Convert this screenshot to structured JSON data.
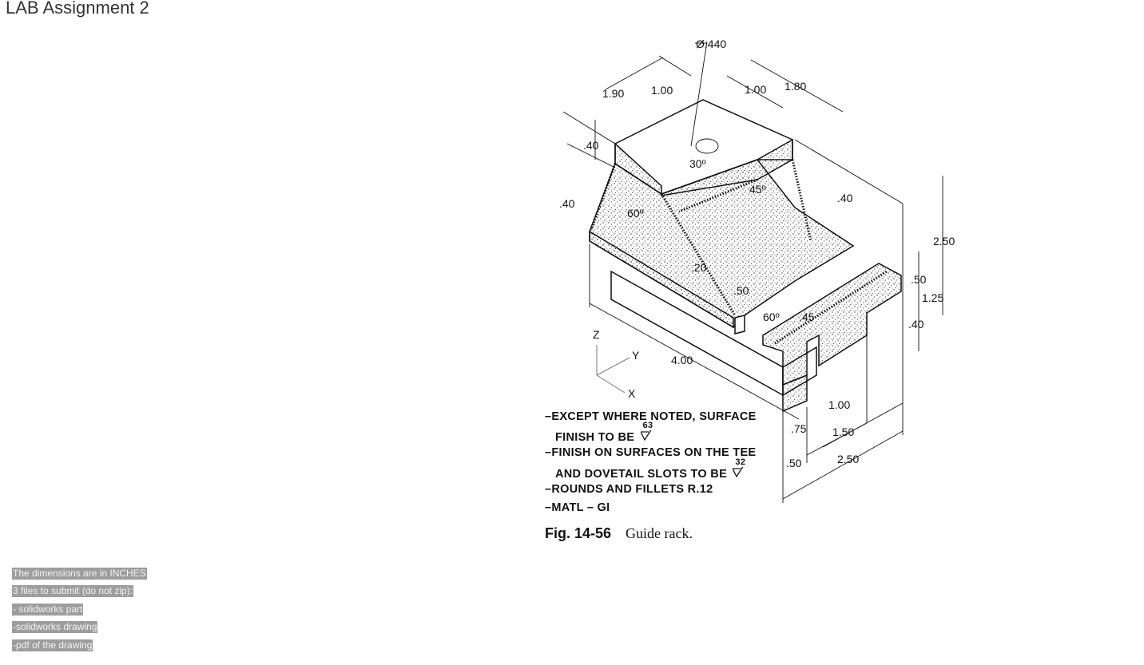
{
  "page": {
    "title": "LAB Assignment 2"
  },
  "figure": {
    "dimensions": {
      "d_diameter": "Ø.440",
      "d_190": "1.90",
      "d_100_top_left": "1.00",
      "d_100_top_right": "1.00",
      "d_180": "1.80",
      "d_040_top": ".40",
      "d_040_left": ".40",
      "d_040_right": ".40",
      "d_030": "30º",
      "d_045": "45º",
      "d_060_left": "60º",
      "d_060_slot": "60º",
      "d_020": ".20",
      "d_050_slot": ".50",
      "d_045_slot": ".45",
      "d_400": "4.00",
      "d_250_height": "2.50",
      "d_050_right": ".50",
      "d_125": "1.25",
      "d_040_lower_right": ".40",
      "d_100_bottom": "1.00",
      "d_150": "1.50",
      "d_075": ".75",
      "d_050_bottom": ".50",
      "d_250_bottom": "2.50"
    },
    "axes": {
      "z": "Z",
      "y": "Y",
      "x": "X"
    },
    "notes": [
      {
        "text": "–EXCEPT WHERE NOTED, SURFACE"
      },
      {
        "text": "FINISH TO BE",
        "finish": "63"
      },
      {
        "text": "–FINISH ON SURFACES ON THE TEE"
      },
      {
        "text": "AND DOVETAIL SLOTS TO BE",
        "finish": "32"
      },
      {
        "text": "–ROUNDS AND FILLETS R.12"
      },
      {
        "text": "–MATL – GI"
      }
    ],
    "caption_number": "Fig. 14-56",
    "caption_text": "Guide rack."
  },
  "instructions": [
    "The dimensions are in INCHES",
    "3 files to submit (do not zip):",
    "- solidworks part",
    "-solidworks drawing",
    "-pdf of the drawing"
  ]
}
